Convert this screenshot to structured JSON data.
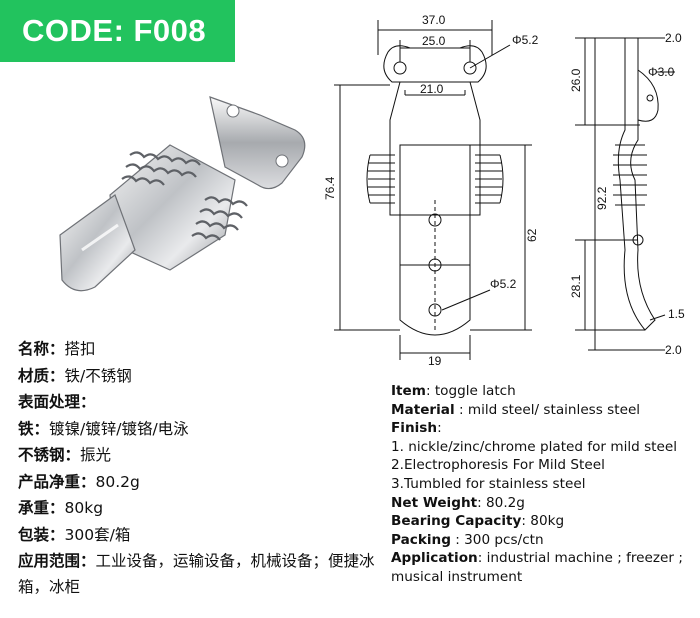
{
  "badge": {
    "code": "CODE: F008"
  },
  "dimensions": {
    "top_width": "37.0",
    "hole_spacing": "25.0",
    "hole_dia_top": "Φ5.2",
    "body_width": "21.0",
    "total_length": "76.4",
    "body_length": "62",
    "hole_dia_bottom": "Φ5.2",
    "tongue_width": "19",
    "side_top_thick": "2.0",
    "side_hook_hole": "Φ3.0",
    "side_upper": "26.0",
    "side_total": "92.2",
    "side_lower": "28.1",
    "side_hook_gap": "1.5",
    "side_bottom_thick": "2.0"
  },
  "spec_cn": {
    "name_label": "名称：",
    "name_value": "搭扣",
    "material_label": "材质：",
    "material_value": "铁/不锈钢",
    "finish_label": "表面处理：",
    "iron_label": "铁：",
    "iron_value": "镀镍/镀锌/镀铬/电泳",
    "stainless_label": "不锈钢：",
    "stainless_value": "振光",
    "net_weight_label": "产品净重：",
    "net_weight_value": "80.2g",
    "bearing_label": "承重：",
    "bearing_value": "80kg",
    "packing_label": "包装：",
    "packing_value": "300套/箱",
    "application_label": "应用范围：",
    "application_value": "工业设备，运输设备，机械设备；便捷冰箱，冰柜"
  },
  "spec_en": {
    "item_label": "Item",
    "item_value": ": toggle latch",
    "material_label": "Material",
    "material_value": " : mild steel/ stainless steel",
    "finish_label": "Finish",
    "finish_colon": ":",
    "finish_1": "1. nickle/zinc/chrome plated for mild steel",
    "finish_2": "2.Electrophoresis For Mild Steel",
    "finish_3": "3.Tumbled for stainless steel",
    "net_weight_label": "Net Weight",
    "net_weight_value": ": 80.2g",
    "bearing_label": "Bearing Capacity",
    "bearing_value": ":  80kg",
    "packing_label": "Packing",
    "packing_value": " : 300 pcs/ctn",
    "application_label": "Application",
    "application_value": ": industrial machine ; freezer ; musical instrument"
  }
}
